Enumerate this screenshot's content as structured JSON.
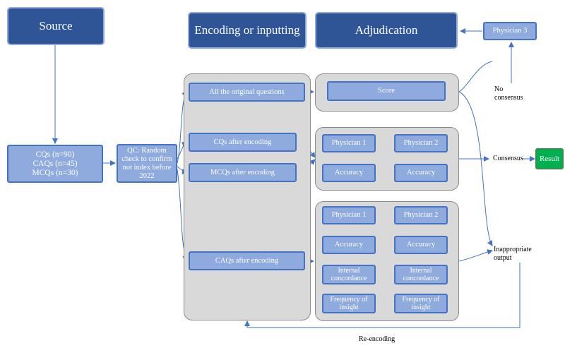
{
  "headers": {
    "source": "Source",
    "encoding": "Encoding or inputting",
    "adjudication": "Adjudication"
  },
  "source_box": {
    "line1": "CQs (n=90)",
    "line2": "CAQs (n=45)",
    "line3": "MCQs (n=30)"
  },
  "qc_box": {
    "line1": "QC: Random",
    "line2": "check to confirm",
    "line3": "not index before",
    "line4": "2022"
  },
  "encoding_items": {
    "original": "All the original questions",
    "cqs": "CQs after encoding",
    "mcqs": "MCQs after encoding",
    "caqs": "CAQs after encoding"
  },
  "adjudication_score": "Score",
  "panel2": {
    "physician1": "Physician 1",
    "physician2": "Physician 2",
    "accuracy1": "Accuracy",
    "accuracy2": "Accuracy"
  },
  "panel3": {
    "physician1": "Physician 1",
    "physician2": "Physician 2",
    "accuracy1": "Accuracy",
    "accuracy2": "Accuracy",
    "concordance1_line1": "Internal",
    "concordance1_line2": "concordance",
    "concordance2_line1": "Internal",
    "concordance2_line2": "concordance",
    "insight1_line1": "Frequency of",
    "insight1_line2": "insight",
    "insight2_line1": "Frequency of",
    "insight2_line2": "insight"
  },
  "physician3": "Physician 3",
  "labels": {
    "no_consensus_line1": "No",
    "no_consensus_line2": "consensus",
    "consensus": "Consensus",
    "inappropriate_line1": "Inappropriate",
    "inappropriate_line2": "output",
    "re_encoding": "Re-encoding"
  },
  "result": "Result",
  "colors": {
    "dark_box": "#2f5597",
    "light_box": "#8faadc",
    "panel": "#d9d9d9",
    "result": "#00b050",
    "arrow": "#4472c4"
  }
}
